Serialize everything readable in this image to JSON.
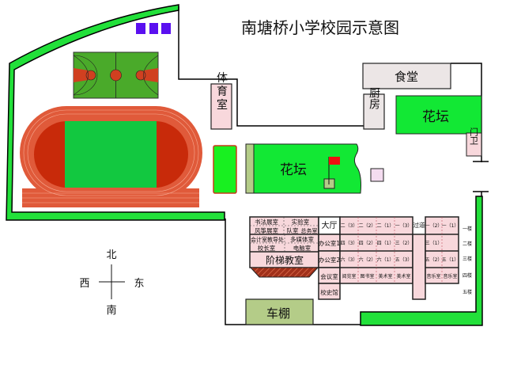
{
  "title": "南塘桥小学校园示意图",
  "colors": {
    "wall_green": "#22e03a",
    "lawn": "#12e834",
    "field": "#12c840",
    "court": "#4aaa2a",
    "track": "#e05a3a",
    "track_dark": "#c82a0a",
    "pink": "#f8d8dc",
    "gray": "#ece6e6",
    "olive": "#b4cc88",
    "purple": "#5a10f0",
    "flag": "#ee1111"
  },
  "buildings": {
    "gym": "体育室",
    "canteen": "食堂",
    "kitchen": "厨房",
    "garden_main": "花坛",
    "garden_right": "花坛",
    "guard": "门卫",
    "bike_shed": "车棚"
  },
  "left_block": {
    "calligraphy": "书法展室",
    "lab": "实验室",
    "kite": "风筝展室",
    "team_room": "队室",
    "general_affairs": "总务室",
    "accounting_guidance": "会计室教导处",
    "multimedia": "多媒体室",
    "principal": "校长室",
    "computer": "电脑室",
    "lecture_hall": "阶梯教室"
  },
  "middle_column": [
    "大厅",
    "办公室1",
    "办公室2",
    "会议室",
    "校史馆"
  ],
  "classrooms": [
    [
      "二（3）",
      "二（2）",
      "二（1）",
      "一（3）"
    ],
    [
      "四（3）",
      "四（2）",
      "四（1）",
      "三（2）"
    ],
    [
      "六（3）",
      "六（2）",
      "六（1）",
      "五（3）"
    ],
    [
      "阅览室",
      "图书室",
      "美术室",
      "美术室"
    ]
  ],
  "corridor": "过道",
  "right_classrooms": [
    [
      "一（2）",
      "一（1）"
    ],
    [
      "三（1）",
      ""
    ],
    [
      "五（2）",
      "五（1）"
    ],
    [
      "音乐室",
      "音乐室"
    ]
  ],
  "floors": [
    "一楼",
    "二楼",
    "三楼",
    "四楼",
    "五楼"
  ],
  "compass": {
    "north": "北",
    "south": "南",
    "west": "西",
    "east": "东"
  }
}
